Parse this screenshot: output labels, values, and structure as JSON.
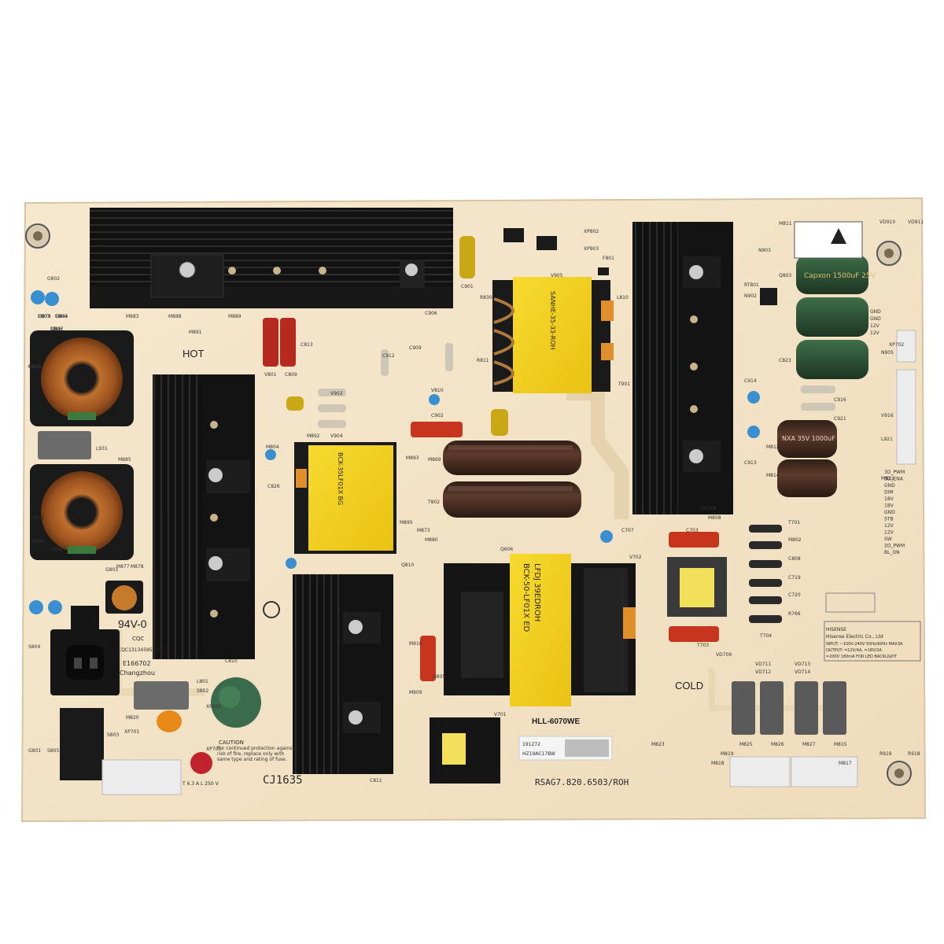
{
  "photo": {
    "subject": "Hisense television power supply board",
    "colors": {
      "pcb": "#f3e3c8",
      "heatsink": "#141414",
      "transformer_tape": "#f2d21c",
      "capacitor_green": "#2f5a3a",
      "capacitor_brown": "#4a3024",
      "choke_copper": "#b5652a",
      "connector_white": "#ececec"
    },
    "labels": {
      "hot": "HOT",
      "cold": "COLD",
      "flammability": "94V-0",
      "cqc": "CQC",
      "cert_code": "CQC13134595630",
      "ul_code": "E166702",
      "city": "Changzhou",
      "date_code": "CJ1635",
      "model": "HLL-6070WE",
      "part_number": "RSAG7.820.6503/ROH",
      "caution_title": "CAUTION",
      "caution_body": "For continued protection against risk of fire, replace only with same type and rating of fuse.",
      "fuse_rating": "T 6.3 A L 250 V",
      "spec_brand": "HISENSE",
      "spec_company": "Hisense Electric Co., Ltd",
      "spec_input": "INPUT: ~100V-240V 50Hz/60Hz MAX3A",
      "spec_output": "OUTPUT: =12V/4A, =18V/2A",
      "spec_backlight": "=200V 180mA FOR LED BACKLIGHT",
      "sticker_line1": "191272",
      "sticker_line2": "HZ19AC17BW",
      "transformer_t901": "SANHE-35-33-ROH",
      "transformer_t802": "BCK-35LF01X BG",
      "transformer_t703": "LFDJ 39EDROH",
      "transformer_t703_b": "BCK-50-LF01X ED",
      "cap_green": "Capxon 1500uF 25V",
      "cap_lytic": "NXA 35V 1000uF",
      "connector_pins": [
        "GND",
        "GND",
        "12V",
        "12V"
      ],
      "connector_pins2": [
        "3D_PWM",
        "3D_ENA",
        "GND",
        "DIM",
        "18V",
        "18V",
        "GND",
        "STB",
        "12V",
        "12V",
        "SW",
        "2D_PWM",
        "BL_ON"
      ]
    },
    "designators": [
      "C803",
      "C804",
      "C805",
      "C806",
      "L931",
      "M885",
      "C802",
      "M884",
      "L804",
      "M883",
      "M888",
      "M889",
      "M891",
      "V801",
      "C809",
      "C813",
      "M804",
      "C826",
      "V810",
      "C901",
      "C902",
      "C906",
      "C909",
      "C912",
      "V902",
      "V904",
      "V905",
      "R811",
      "R830",
      "L810",
      "T901",
      "M892",
      "M893",
      "M895",
      "M869",
      "T802",
      "M873",
      "M880",
      "C810",
      "C811",
      "M909",
      "M910",
      "Q805",
      "Q810",
      "Q606",
      "V701",
      "V702",
      "C707",
      "C703",
      "T703",
      "T704",
      "T701",
      "M802",
      "C808",
      "C719",
      "C720",
      "R766",
      "VD708",
      "VD709",
      "VD711",
      "VD712",
      "VD713",
      "VD714",
      "M823",
      "M825",
      "M826",
      "M827",
      "M815",
      "M817",
      "M818",
      "M819",
      "M820",
      "XP701",
      "XP702",
      "XP705",
      "XP801",
      "XP802",
      "XP903",
      "F801",
      "RT801",
      "N902",
      "N903",
      "N905",
      "V916",
      "L921",
      "M822",
      "M858",
      "M811",
      "M812",
      "M814",
      "Q803",
      "C823",
      "C913",
      "C914",
      "C916",
      "C921",
      "VD910",
      "VD911",
      "R919",
      "R918",
      "G802",
      "S804",
      "G801",
      "S805",
      "S803",
      "S802",
      "L801",
      "G803",
      "M877",
      "M878",
      "M879",
      "M845",
      "M846",
      "M847"
    ]
  }
}
